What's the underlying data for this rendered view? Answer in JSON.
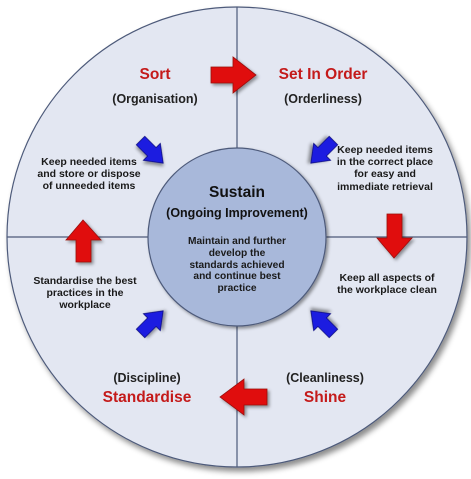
{
  "colors": {
    "outer_fill": "#e3e7f2",
    "outer_stroke": "#4d5a7a",
    "inner_fill": "#a8b8da",
    "accent_red": "#c41a1a",
    "arrow_red": "#e0100c",
    "arrow_blue": "#1e1ee0"
  },
  "icons": {
    "red_arrows": [
      "right-arrow-icon",
      "down-arrow-icon",
      "left-arrow-icon",
      "up-arrow-icon"
    ],
    "blue_arrows": "inward-arrow-icon"
  },
  "sort": {
    "title": "Sort",
    "subtitle": "(Organisation)"
  },
  "set_in_order": {
    "title": "Set In Order",
    "subtitle": "(Orderliness)"
  },
  "shine": {
    "title": "Shine",
    "subtitle": "(Cleanliness)"
  },
  "standardise": {
    "title": "Standardise",
    "subtitle": "(Discipline)"
  },
  "sustain": {
    "title": "Sustain",
    "subtitle": "(Ongoing Improvement)",
    "body": [
      "Maintain and further",
      "develop the",
      "standards achieved",
      "and continue best",
      "practice"
    ]
  },
  "notes": {
    "sort": [
      "Keep needed items",
      "and store or dispose",
      "of unneeded items"
    ],
    "set_in_order": [
      "Keep needed items",
      "in the correct place",
      "for easy and",
      "immediate retrieval"
    ],
    "shine": [
      "Keep all aspects of",
      "the workplace clean"
    ],
    "standardise": [
      "Standardise the best",
      "practices in the",
      "workplace"
    ]
  }
}
